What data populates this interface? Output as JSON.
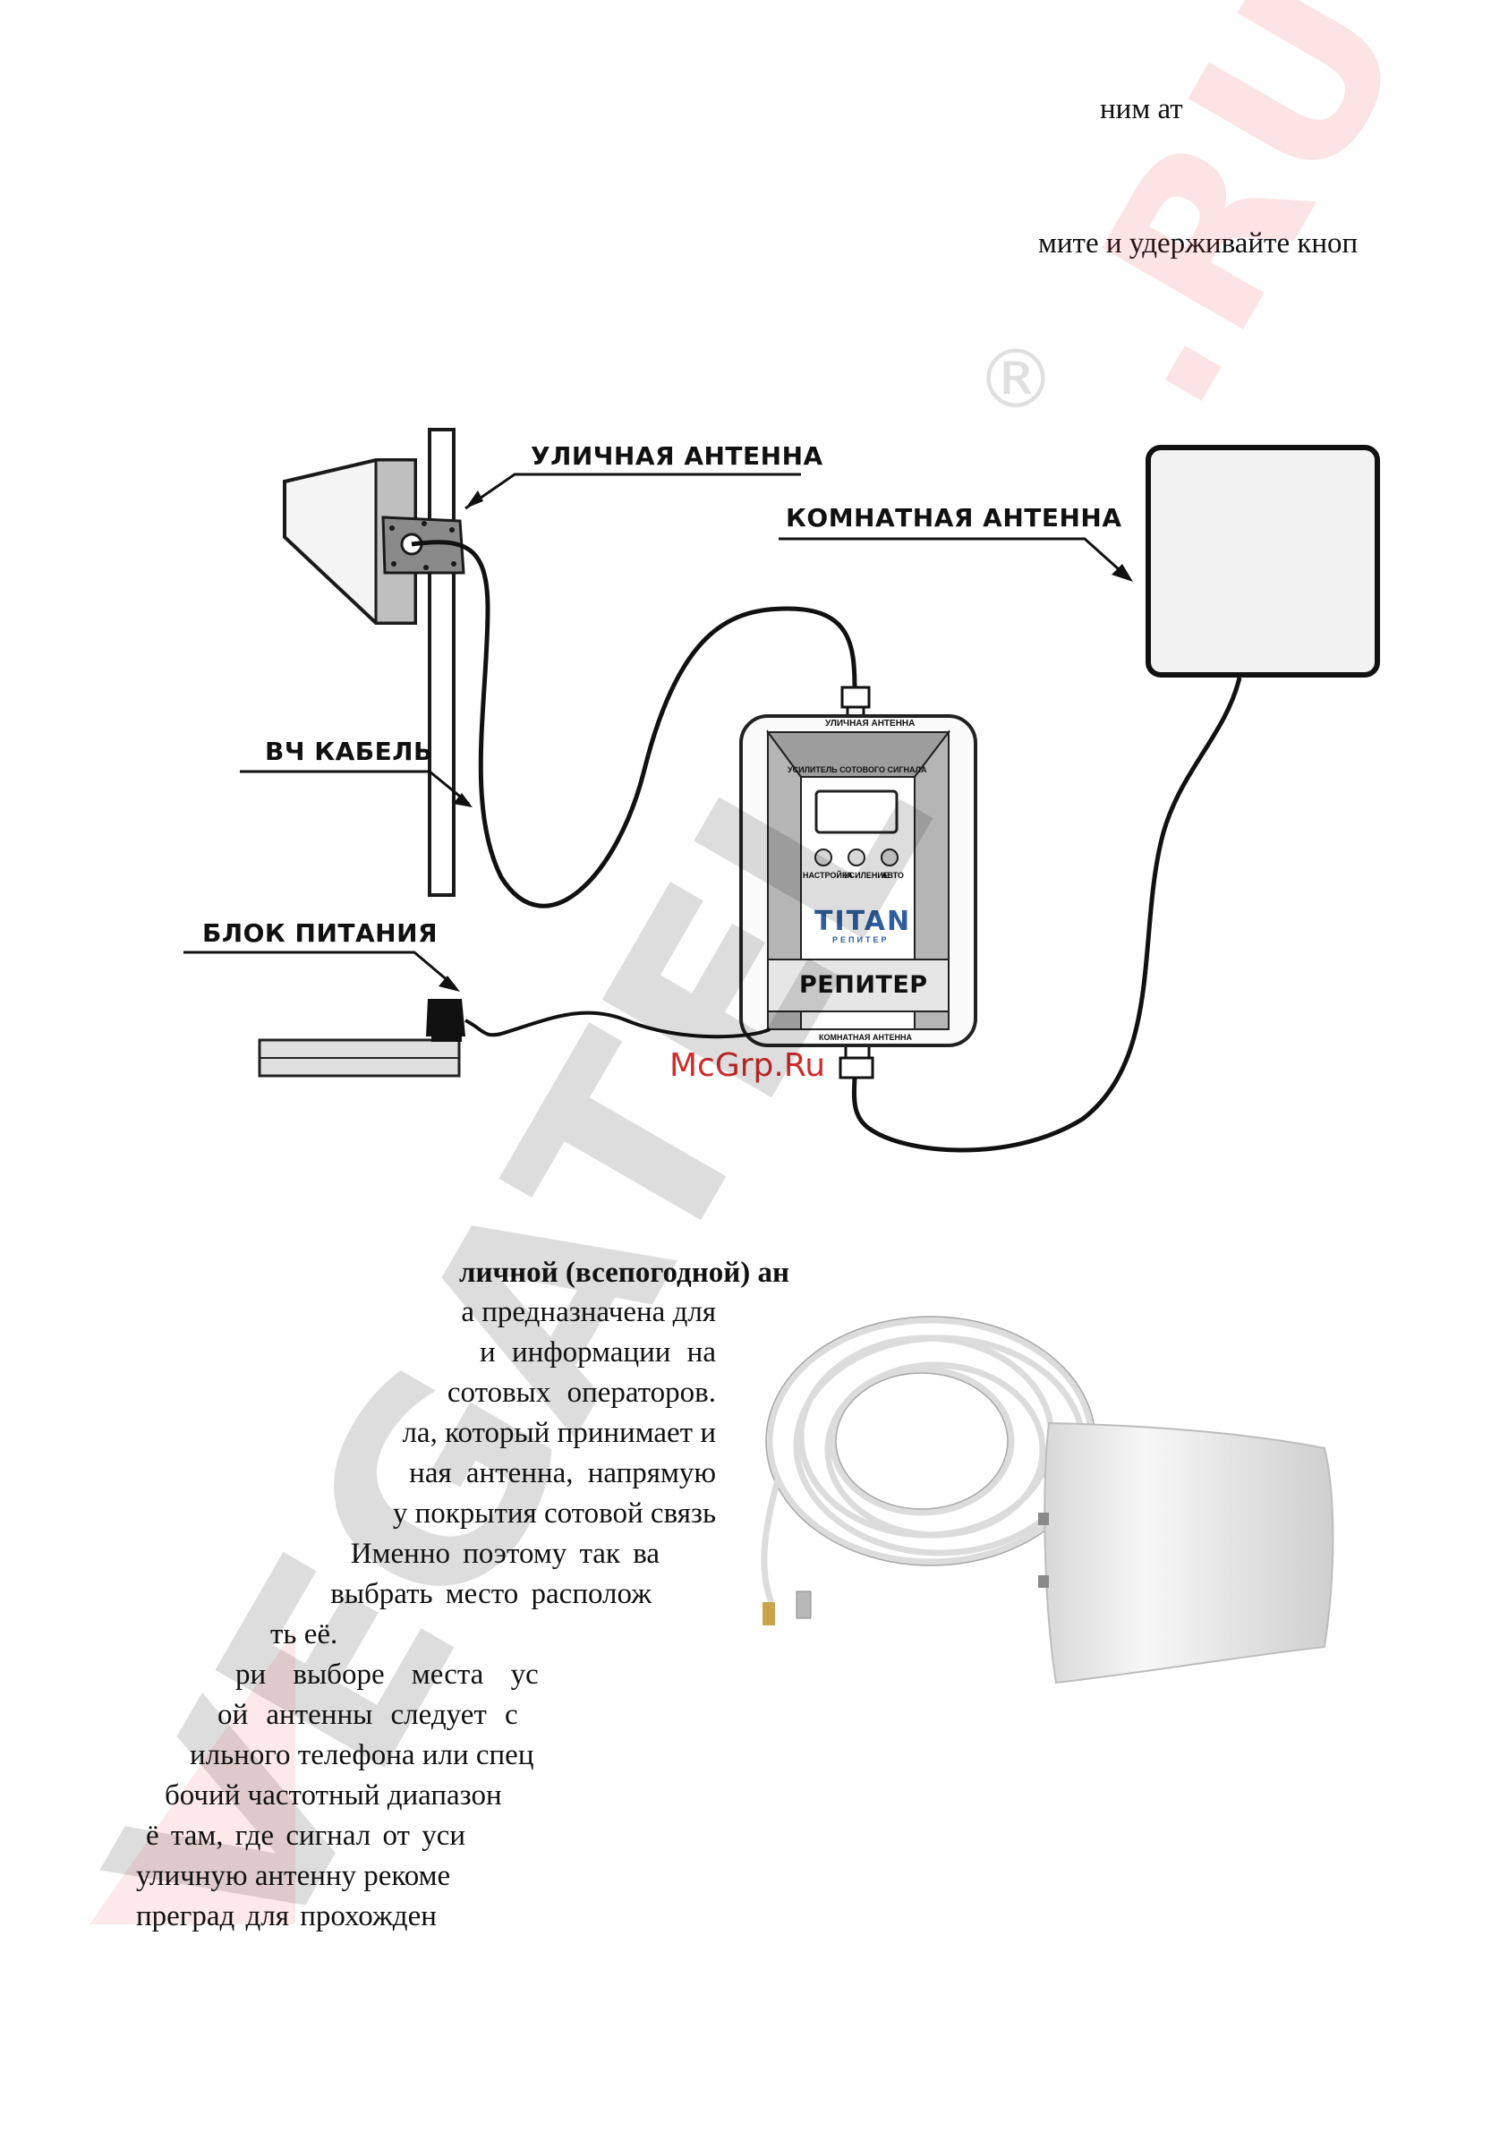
{
  "top_lines": {
    "line1": "ним ат",
    "line2": "мите и удерживайте кноп"
  },
  "diagram": {
    "outdoor_antenna_label": "УЛИЧНАЯ АНТЕННА",
    "indoor_antenna_label": "КОМНАТНАЯ АНТЕННА",
    "cable_label": "ВЧ КАБЕЛЬ",
    "power_label": "БЛОК ПИТАНИЯ",
    "repeater": {
      "top_port": "УЛИЧНАЯ АНТЕННА",
      "header": "УСИЛИТЕЛЬ СОТОВОГО СИГНАЛА",
      "btn1": "НАСТРОЙКА",
      "btn2": "УСИЛЕНИЕ",
      "btn3": "АВТО",
      "brand": "TITAN",
      "brand_sub": "РЕПИТЕР",
      "name": "РЕПИТЕР",
      "bottom_port": "КОМНАТНАЯ АНТЕННА"
    }
  },
  "stamp": "McGrp.Ru",
  "watermark": {
    "text": "VEGATEL",
    "ru": ".RU",
    "reg": "®",
    "color": "#e8262a"
  },
  "section": {
    "title": "личной (всепогодной) ан",
    "lines": [
      "а предназначена для",
      "и  информации  на",
      "сотовых  операторов.",
      "ла, который принимает и",
      "ная  антенна,  напрямую",
      "у покрытия сотовой связь",
      "Именно  поэтому  так  ва",
      "выбрать  место  располож",
      "ть её."
    ],
    "lines2": [
      "ри   выборе   места   ус",
      "ой  антенны  следует  с",
      "ильного телефона или спец",
      "бочий частотный диапазон",
      "ё  там,  где  сигнал  от  уси",
      "уличную антенну рекоме",
      "преград  для  прохожден"
    ]
  }
}
